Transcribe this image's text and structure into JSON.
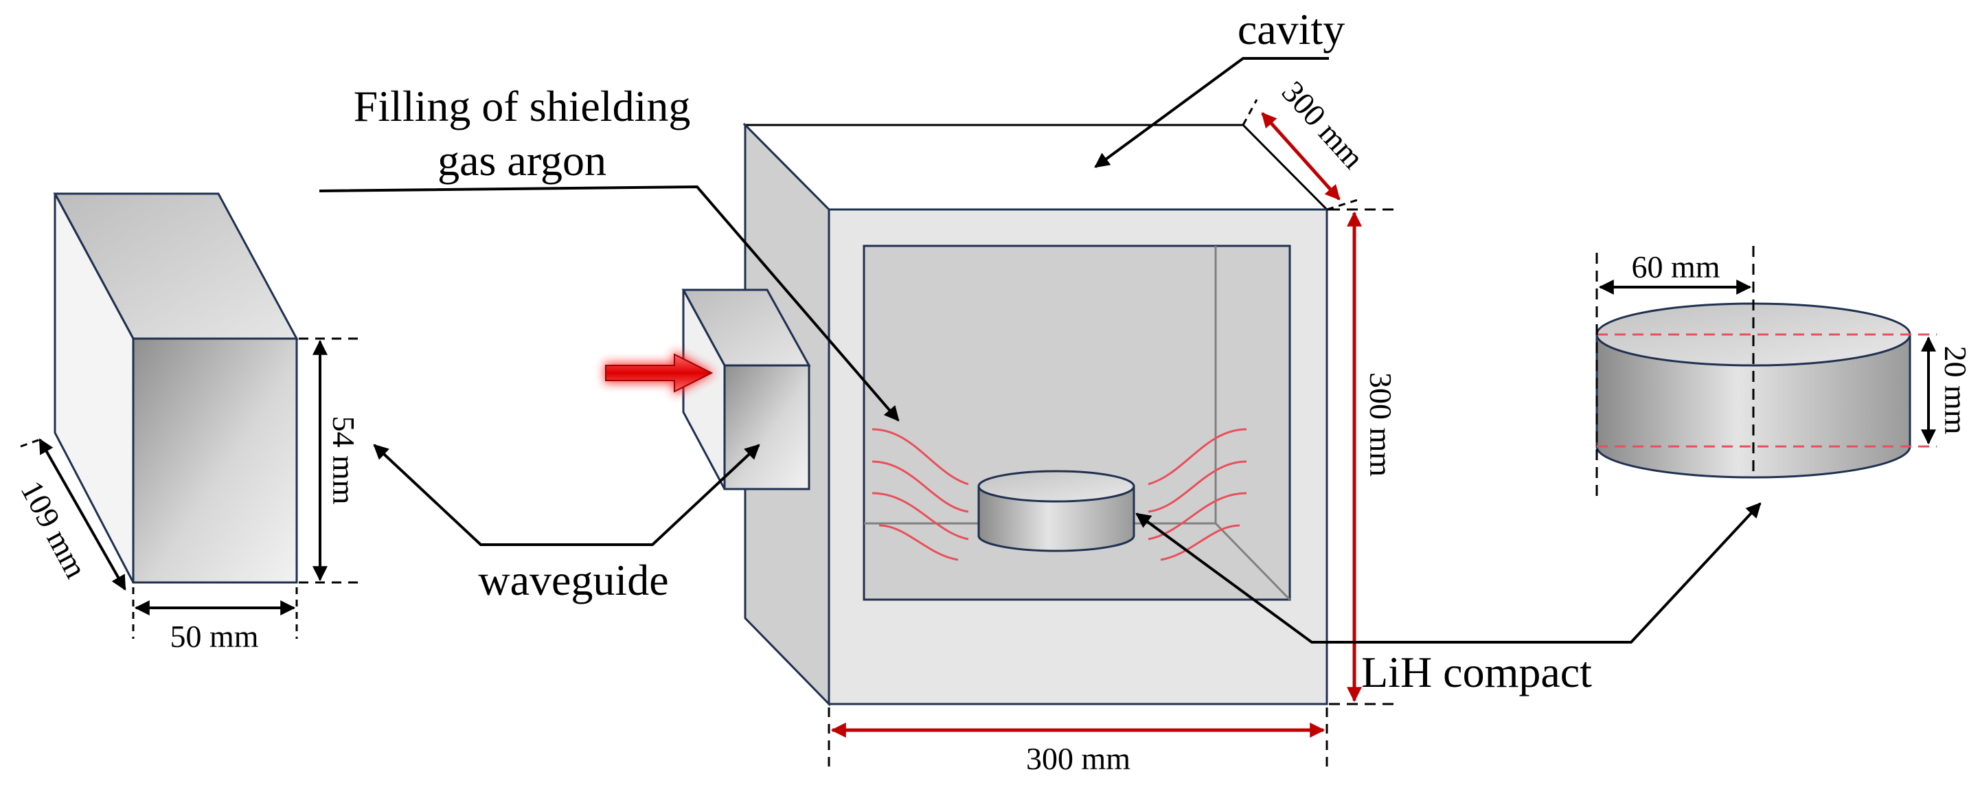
{
  "labels": {
    "cavity": "cavity",
    "filling_line1": "Filling of shielding",
    "filling_line2": "gas argon",
    "waveguide": "waveguide",
    "lih_compact": "LiH compact"
  },
  "dimensions": {
    "waveguide_length": "109 mm",
    "waveguide_width": "50 mm",
    "waveguide_height": "54 mm",
    "cavity_depth": "300 mm",
    "cavity_height": "300 mm",
    "cavity_width": "300 mm",
    "compact_diameter": "60 mm",
    "compact_thickness": "20 mm"
  },
  "colors": {
    "outline": "#1f3050",
    "dimension_red": "#c00000",
    "field_lines": "#e8505a",
    "microwave_arrow": "#e00000"
  }
}
